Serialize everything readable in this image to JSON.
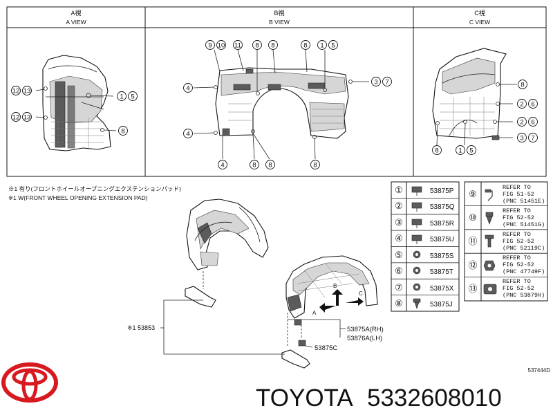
{
  "views": {
    "a": {
      "title": "A視",
      "subtitle": "A VIEW"
    },
    "b": {
      "title": "B視",
      "subtitle": "B VIEW"
    },
    "c": {
      "title": "C視",
      "subtitle": "C VIEW"
    }
  },
  "notes": {
    "line1": "※1 有り(フロントホイールオープニングエクステンションパッド)",
    "line2": "※1 W(FRONT WHEEL OPENING EXTENSION PAD)"
  },
  "callouts": {
    "a": [
      "⑫⑬",
      "①⑤",
      "⑫⑬",
      "⑧"
    ],
    "b": [
      "⑨⑩",
      "⑪",
      "⑧",
      "⑧",
      "⑧",
      "①⑤",
      "④",
      "③⑦",
      "④",
      "④",
      "⑧",
      "⑧",
      "⑧"
    ],
    "c": [
      "⑧",
      "②⑥",
      "②⑥",
      "③⑦",
      "⑧",
      "①⑤"
    ]
  },
  "parts_table": {
    "left": [
      {
        "num": "①",
        "part": "53875P",
        "icon": "clip-icon"
      },
      {
        "num": "②",
        "part": "53875Q",
        "icon": "clip-icon"
      },
      {
        "num": "③",
        "part": "53875R",
        "icon": "clip-icon"
      },
      {
        "num": "④",
        "part": "53875U",
        "icon": "clip-icon"
      },
      {
        "num": "⑤",
        "part": "53875S",
        "icon": "grommet-icon"
      },
      {
        "num": "⑥",
        "part": "53875T",
        "icon": "grommet-icon"
      },
      {
        "num": "⑦",
        "part": "53875X",
        "icon": "grommet-icon"
      },
      {
        "num": "⑧",
        "part": "53875J",
        "icon": "push-clip-icon"
      }
    ],
    "right": [
      {
        "num": "⑨",
        "l1": "REFER TO",
        "l2": "FIG 51-52",
        "l3": "(PNC  51451E)",
        "icon": "hook-icon"
      },
      {
        "num": "⑩",
        "l1": "REFER TO",
        "l2": "FIG 52-52",
        "l3": "(PNC  51451G)",
        "icon": "bolt-clip-icon"
      },
      {
        "num": "⑪",
        "l1": "REFER TO",
        "l2": "FIG 52-52",
        "l3": "(PNC  52119C)",
        "icon": "pin-icon"
      },
      {
        "num": "⑫",
        "l1": "REFER TO",
        "l2": "FIG 52-52",
        "l3": "(PNC  47749F)",
        "icon": "nut-icon"
      },
      {
        "num": "⑬",
        "l1": "REFER TO",
        "l2": "FIG 52-52",
        "l3": "(PNC  53879H)",
        "icon": "plate-nut-icon"
      }
    ]
  },
  "exploded": {
    "pad_ref": "※1 53853",
    "liner_rh": "53875A(RH)",
    "liner_lh": "53876A(LH)",
    "clip_ref": "53875C",
    "arrow_b": "B",
    "arrow_a": "A",
    "arrow_c": "C"
  },
  "drawing_code": "537444D",
  "brand": "TOYOTA",
  "part_number": "5332608010"
}
